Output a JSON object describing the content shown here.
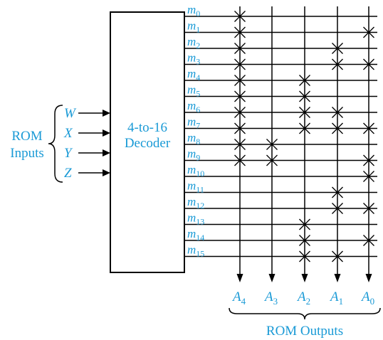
{
  "decoder": {
    "line1": "4-to-16",
    "line2": "Decoder"
  },
  "inputs": {
    "group_label_line1": "ROM",
    "group_label_line2": "Inputs",
    "signals": [
      "W",
      "X",
      "Y",
      "Z"
    ]
  },
  "minterms": [
    {
      "base": "m",
      "sub": "0"
    },
    {
      "base": "m",
      "sub": "1"
    },
    {
      "base": "m",
      "sub": "2"
    },
    {
      "base": "m",
      "sub": "3"
    },
    {
      "base": "m",
      "sub": "4"
    },
    {
      "base": "m",
      "sub": "5"
    },
    {
      "base": "m",
      "sub": "6"
    },
    {
      "base": "m",
      "sub": "7"
    },
    {
      "base": "m",
      "sub": "8"
    },
    {
      "base": "m",
      "sub": "9"
    },
    {
      "base": "m",
      "sub": "10"
    },
    {
      "base": "m",
      "sub": "11"
    },
    {
      "base": "m",
      "sub": "12"
    },
    {
      "base": "m",
      "sub": "13"
    },
    {
      "base": "m",
      "sub": "14"
    },
    {
      "base": "m",
      "sub": "15"
    }
  ],
  "outputs": {
    "group_label": "ROM Outputs",
    "signals": [
      {
        "base": "A",
        "sub": "4"
      },
      {
        "base": "A",
        "sub": "3"
      },
      {
        "base": "A",
        "sub": "2"
      },
      {
        "base": "A",
        "sub": "1"
      },
      {
        "base": "A",
        "sub": "0"
      }
    ]
  },
  "connections": {
    "A4": [
      0,
      1,
      2,
      3,
      4,
      5,
      6,
      7,
      8,
      9
    ],
    "A3": [
      8,
      9
    ],
    "A2": [
      4,
      5,
      6,
      7,
      13,
      14,
      15
    ],
    "A1": [
      2,
      3,
      6,
      7,
      11,
      12,
      15
    ],
    "A0": [
      1,
      3,
      7,
      9,
      10,
      12,
      14
    ]
  }
}
